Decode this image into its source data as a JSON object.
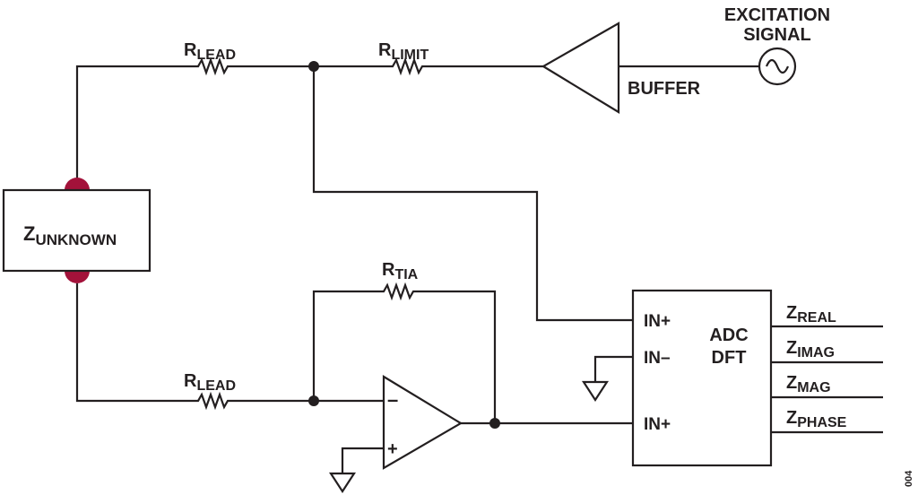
{
  "labels": {
    "excitation_line1": "EXCITATION",
    "excitation_line2": "SIGNAL",
    "buffer": "BUFFER",
    "r_lead_top": {
      "main": "R",
      "sub": "LEAD"
    },
    "r_limit": {
      "main": "R",
      "sub": "LIMIT"
    },
    "r_lead_bottom": {
      "main": "R",
      "sub": "LEAD"
    },
    "r_tia": {
      "main": "R",
      "sub": "TIA"
    },
    "z_unknown": {
      "main": "Z",
      "sub": "UNKNOWN"
    },
    "opamp_minus": "–",
    "opamp_plus": "+",
    "adc_in_plus_top": "IN+",
    "adc_in_minus": "IN–",
    "adc_in_plus_bottom": "IN+",
    "adc_line1": "ADC",
    "adc_line2": "DFT",
    "outputs": [
      {
        "main": "Z",
        "sub": "REAL"
      },
      {
        "main": "Z",
        "sub": "IMAG"
      },
      {
        "main": "Z",
        "sub": "MAG"
      },
      {
        "main": "Z",
        "sub": "PHASE"
      }
    ],
    "figure_number": "004"
  },
  "colors": {
    "line": "#231f20",
    "terminal": "#a3123a",
    "background": "#ffffff"
  }
}
